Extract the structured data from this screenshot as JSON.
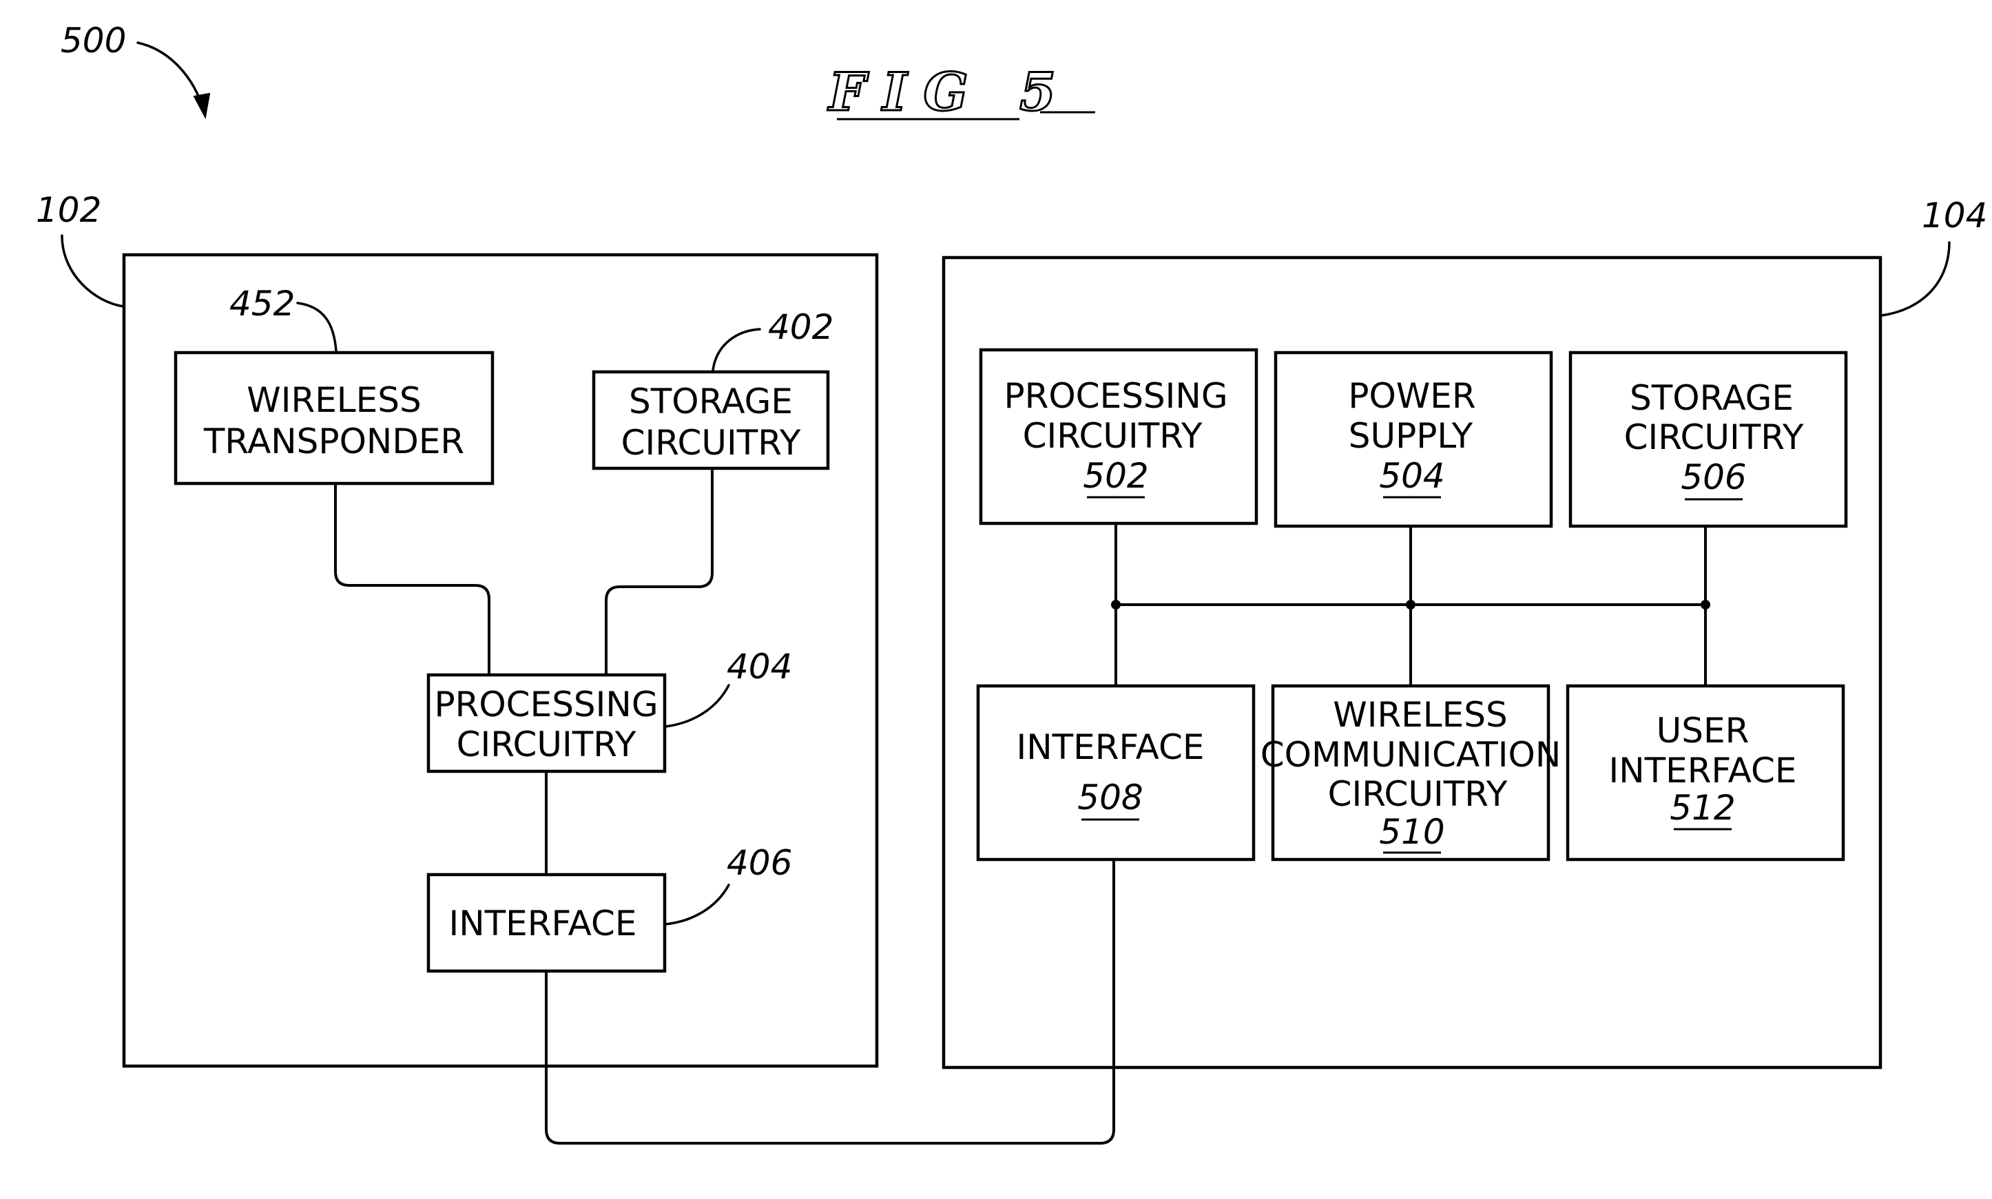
{
  "figure": {
    "ref_number": "500",
    "caption": "FIG 5"
  },
  "device_102": {
    "ref": "102",
    "wireless_transponder": {
      "line1": "WIRELESS",
      "line2": "TRANSPONDER",
      "ref": "452"
    },
    "storage_circuitry": {
      "line1": "STORAGE",
      "line2": "CIRCUITRY",
      "ref": "402"
    },
    "processing_circuitry": {
      "line1": "PROCESSING",
      "line2": "CIRCUITRY",
      "ref": "404"
    },
    "interface": {
      "line1": "INTERFACE",
      "ref": "406"
    }
  },
  "device_104": {
    "ref": "104",
    "processing_circuitry": {
      "line1": "PROCESSING",
      "line2": "CIRCUITRY",
      "num": "502"
    },
    "power_supply": {
      "line1": "POWER",
      "line2": "SUPPLY",
      "num": "504"
    },
    "storage_circuitry": {
      "line1": "STORAGE",
      "line2": "CIRCUITRY",
      "num": "506"
    },
    "interface": {
      "line1": "INTERFACE",
      "num": "508"
    },
    "wireless_communication_circuitry": {
      "line1": "WIRELESS",
      "line2": "COMMUNICATION",
      "line3": "CIRCUITRY",
      "num": "510"
    },
    "user_interface": {
      "line1": "USER",
      "line2": "INTERFACE",
      "num": "512"
    }
  }
}
